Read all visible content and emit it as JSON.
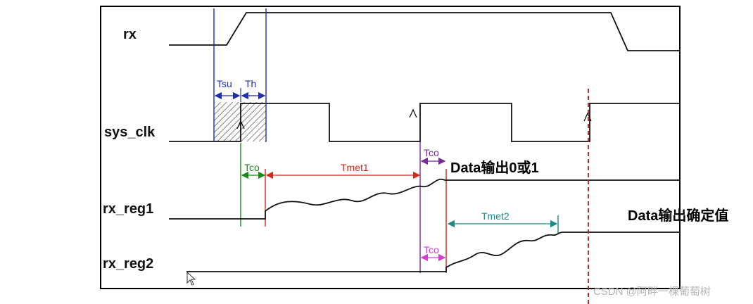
{
  "signals": {
    "rx": "rx",
    "sys_clk": "sys_clk",
    "rx_reg1": "rx_reg1",
    "rx_reg2": "rx_reg2"
  },
  "annotations": {
    "tsu": "Tsu",
    "th": "Th",
    "tco_green": "Tco",
    "tmet1": "Tmet1",
    "tco_purple": "Tco",
    "tco_magenta": "Tco",
    "tmet2": "Tmet2"
  },
  "notes": {
    "data_out_0_or_1": "Data输出0或1",
    "data_out_stable": "Data输出确定值"
  },
  "watermark": "CSDN @阿畔一棵葡萄树",
  "colors": {
    "blue": "#1f2fb0",
    "green": "#1d8a1d",
    "red": "#d42a1a",
    "purple": "#7a2a9a",
    "magenta": "#d83ad8",
    "teal": "#1a8a8a",
    "dashed_red": "#b01f1f",
    "waveform": "#111111"
  }
}
